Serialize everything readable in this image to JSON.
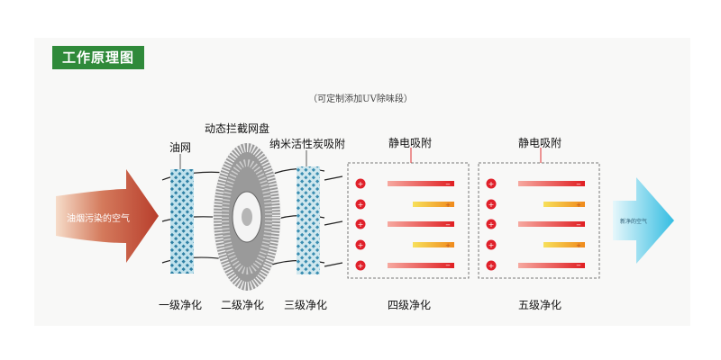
{
  "title": "工作原理图",
  "subtitle": "（可定制添加UV除味段）",
  "components": {
    "oil_net": "油网",
    "intercept_disc": "动态拦截网盘",
    "nano_carbon": "纳米活性炭吸附",
    "electrostatic_1": "静电吸附",
    "electrostatic_2": "静电吸附"
  },
  "flow": {
    "input": "油烟污染的空气",
    "output": "新净的空气"
  },
  "stages": [
    "一级净化",
    "二级净化",
    "三级净化",
    "四级净化",
    "五级净化"
  ],
  "colors": {
    "title_bg": "#2f8a3a",
    "positive_dot": "#e0202a",
    "input_arrow": "#c8543a",
    "output_arrow": "#4cc6e4",
    "mesh": "#3c8fb0"
  }
}
